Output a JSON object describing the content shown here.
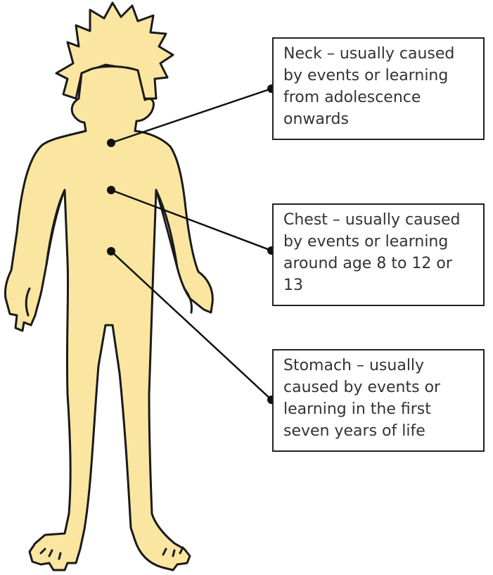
{
  "figure": {
    "body_fill_color": "#fae6a0",
    "outline_color": "#1a1a1a",
    "callouts": [
      {
        "id": "neck",
        "text": "Neck – usually caused by events or learning from adolescence onwards"
      },
      {
        "id": "chest",
        "text": "Chest – usually caused by events or learning around age 8 to 12 or 13"
      },
      {
        "id": "stomach",
        "text": "Stomach – usually caused by events or learning in the first seven years of life"
      }
    ]
  }
}
